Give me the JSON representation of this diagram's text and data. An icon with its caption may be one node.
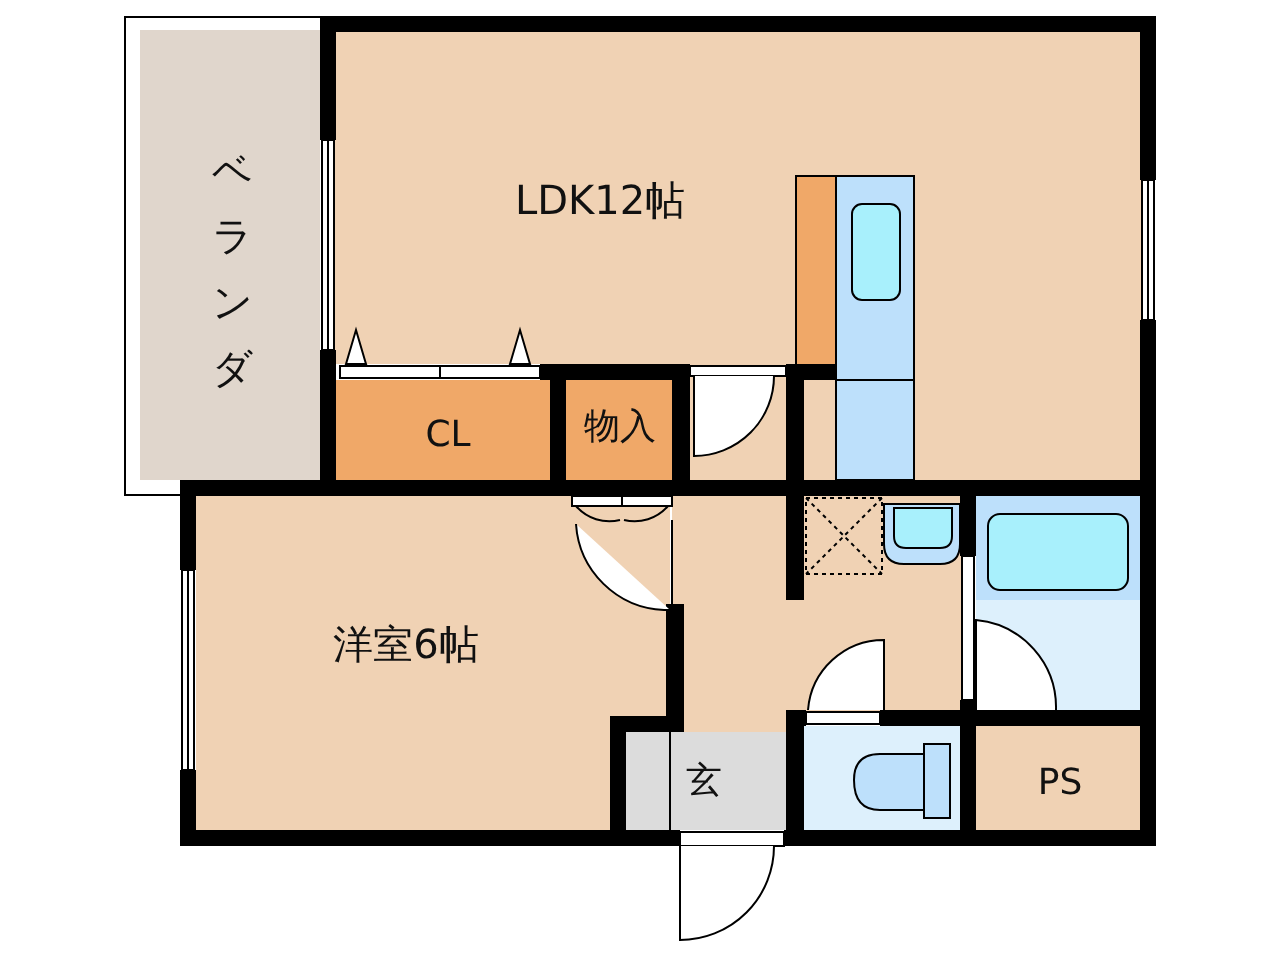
{
  "diagram": {
    "nodes": [
      {
        "text": [
          "ベランダ"
        ]
      },
      {
        "text": [
          "LDK12帖"
        ]
      },
      {
        "text": [
          "CL"
        ]
      },
      {
        "text": [
          "物入"
        ]
      },
      {
        "text": [
          "洋室6帖"
        ]
      },
      {
        "text": [
          "玄"
        ]
      },
      {
        "text": [
          "PS"
        ]
      }
    ]
  }
}
